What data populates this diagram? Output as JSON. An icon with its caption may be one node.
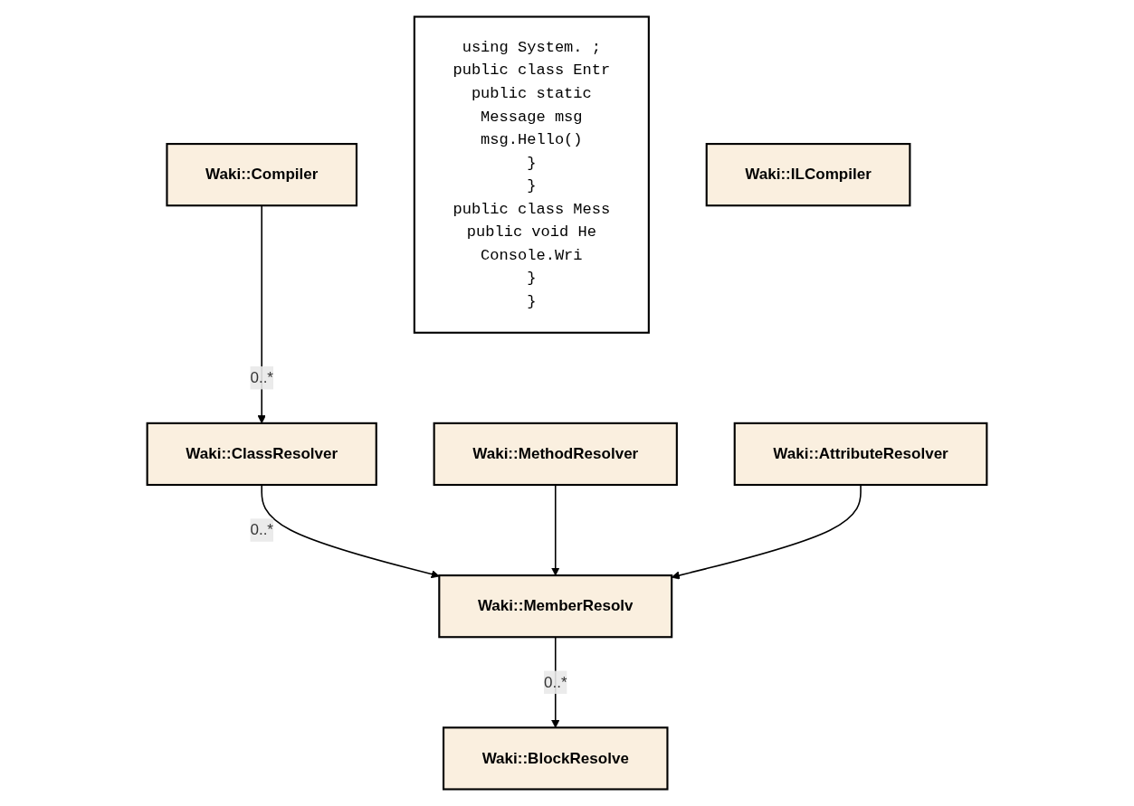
{
  "diagram": {
    "nodes": [
      {
        "text": [
          "Waki::Compiler"
        ]
      },
      {
        "text": [
          "Waki::BlockResolve"
        ]
      },
      {
        "text": [
          "using System. ;",
          "public class Entr",
          "public static",
          "Message msg",
          "msg.Hello()",
          "}",
          "}",
          "public class Mess",
          "public void He",
          "Console.Wri",
          "}",
          "}"
        ]
      },
      {
        "text": [
          "Waki::ClassResolver"
        ]
      },
      {
        "text": [
          "Waki::MemberResolv"
        ]
      },
      {
        "text": [
          "Waki::ILCompiler"
        ]
      },
      {
        "text": [
          "Waki::MethodResolver"
        ]
      },
      {
        "text": [
          "Waki::AttributeResolver"
        ]
      }
    ],
    "edges": [
      {
        "from": 0,
        "to": 3,
        "label": "0..*",
        "arrow": "to"
      },
      {
        "from": 3,
        "to": 4,
        "label": "0..*",
        "arrow": "to"
      },
      {
        "from": 4,
        "to": 1,
        "label": "0..*",
        "arrow": "to"
      },
      {
        "from": 6,
        "to": 4,
        "arrow": "to"
      },
      {
        "from": 7,
        "to": 4,
        "arrow": "to"
      }
    ]
  }
}
